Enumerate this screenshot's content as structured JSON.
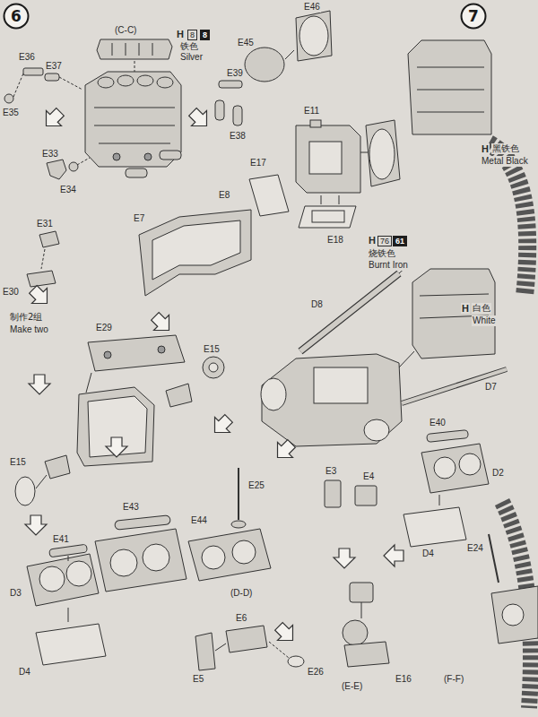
{
  "diagram": {
    "nodes": [
      {
        "text": [
          "6"
        ]
      },
      {
        "text": [
          "7"
        ]
      }
    ],
    "labels": [
      "(C-C)",
      "H",
      "8",
      "8",
      "铁色",
      "Silver",
      "E36",
      "E37",
      "E35",
      "E33",
      "E34",
      "E45",
      "E46",
      "E39",
      "E38",
      "E11",
      "E17",
      "E8",
      "E7",
      "E18",
      "E31",
      "E30",
      "制作2组",
      "Make two",
      "E29",
      "E15",
      "E15",
      "H",
      "76",
      "61",
      "烧铁色",
      "Burnt Iron",
      "D8",
      "D7",
      "E40",
      "D2",
      "D4",
      "E3",
      "E4",
      "E43",
      "E25",
      "E44",
      "(D-D)",
      "E41",
      "D3",
      "D4",
      "E6",
      "E5",
      "E26",
      "(E-E)",
      "E16",
      "(F-F)",
      "E24",
      "H",
      "黑铁色",
      "Metal Black",
      "H",
      "白色",
      "White"
    ]
  }
}
